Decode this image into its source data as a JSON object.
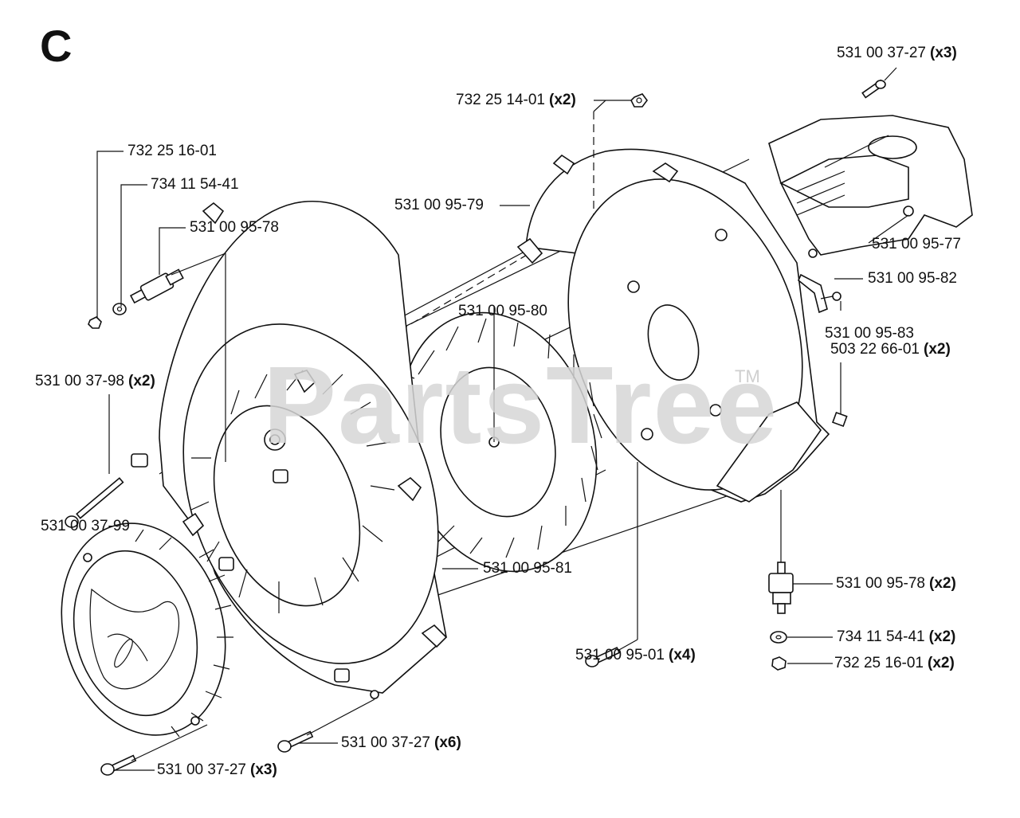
{
  "diagram": {
    "section_letter": "C",
    "watermark": "PartsTree",
    "watermark_tm": "TM"
  },
  "callouts": {
    "c01": {
      "part": "531 00 37-27",
      "qty": "(x3)"
    },
    "c02": {
      "part": "732 25 14-01",
      "qty": "(x2)"
    },
    "c03": {
      "part": "732 25 16-01",
      "qty": ""
    },
    "c04": {
      "part": "734 11 54-41",
      "qty": ""
    },
    "c05": {
      "part": "531 00 95-78",
      "qty": ""
    },
    "c06": {
      "part": "531 00 95-79",
      "qty": ""
    },
    "c07": {
      "part": "531 00 95-77",
      "qty": ""
    },
    "c08": {
      "part": "531 00 95-82",
      "qty": ""
    },
    "c09": {
      "part": "531 00 95-80",
      "qty": ""
    },
    "c10": {
      "part": "531 00 95-83",
      "qty": ""
    },
    "c11": {
      "part": "503 22 66-01",
      "qty": "(x2)"
    },
    "c12": {
      "part": "531 00 37-98",
      "qty": "(x2)"
    },
    "c13": {
      "part": "531 00 37-99",
      "qty": ""
    },
    "c14": {
      "part": "531 00 95-81",
      "qty": ""
    },
    "c15": {
      "part": "531 00 95-78",
      "qty": "(x2)"
    },
    "c16": {
      "part": "734 11 54-41",
      "qty": "(x2)"
    },
    "c17": {
      "part": "732 25 16-01",
      "qty": "(x2)"
    },
    "c18": {
      "part": "531 00 95-01",
      "qty": "(x4)"
    },
    "c19": {
      "part": "531 00 37-27",
      "qty": "(x6)"
    },
    "c20": {
      "part": "531 00 37-27",
      "qty": "(x3)"
    }
  }
}
